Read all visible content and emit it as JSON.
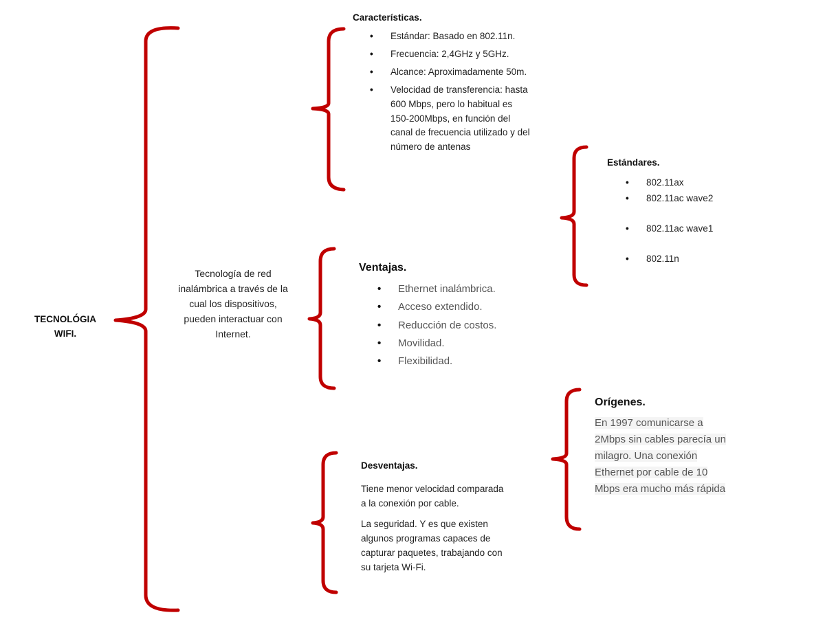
{
  "root": {
    "line1": "TECNOLÓGIA",
    "line2": "WIFI."
  },
  "definition": "Tecnología de red inalámbrica a través de la cual los dispositivos, pueden interactuar con Internet.",
  "caracteristicas": {
    "title": "Características.",
    "items": [
      "Estándar: Basado en 802.11n.",
      "Frecuencia: 2,4GHz y 5GHz.",
      "Alcance: Aproximadamente 50m.",
      "Velocidad de transferencia: hasta 600 Mbps, pero lo habitual es 150-200Mbps, en función del canal de frecuencia utilizado y del número de antenas"
    ]
  },
  "estandares": {
    "title": "Estándares.",
    "items": [
      "802.11ax",
      "802.11ac wave2",
      "802.11ac wave1",
      "802.11n"
    ]
  },
  "ventajas": {
    "title": "Ventajas.",
    "items": [
      "Ethernet inalámbrica.",
      "Acceso extendido.",
      "Reducción de costos.",
      "Movilidad.",
      "Flexibilidad."
    ]
  },
  "origenes": {
    "title": "Orígenes.",
    "lines": [
      "En 1997 comunicarse a",
      "2Mbps sin cables parecía un",
      "milagro. Una conexión",
      "Ethernet por cable de 10",
      "Mbps era mucho más rápida"
    ]
  },
  "desventajas": {
    "title": "Desventajas.",
    "p1": "Tiene menor velocidad comparada a la conexión por cable.",
    "p2": "La seguridad. Y es que existen algunos programas capaces de capturar paquetes, trabajando con su tarjeta Wi-Fi."
  },
  "colors": {
    "bracket": "#c00000"
  }
}
